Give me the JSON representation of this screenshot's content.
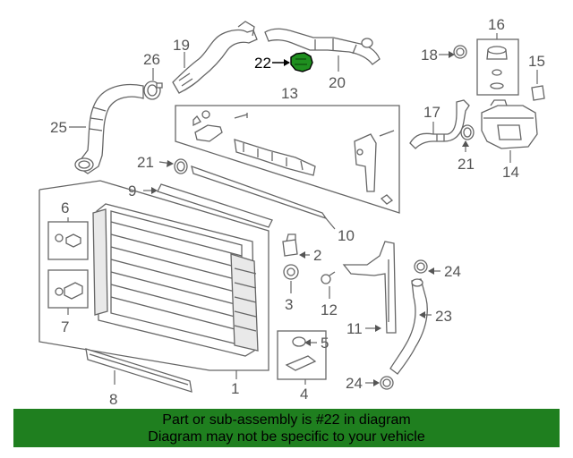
{
  "diagram": {
    "callouts": {
      "c1": "1",
      "c2": "2",
      "c3": "3",
      "c4": "4",
      "c5": "5",
      "c6": "6",
      "c7": "7",
      "c8": "8",
      "c9": "9",
      "c10": "10",
      "c11": "11",
      "c12": "12",
      "c13": "13",
      "c14": "14",
      "c15": "15",
      "c16": "16",
      "c17": "17",
      "c18": "18",
      "c19": "19",
      "c20": "20",
      "c21a": "21",
      "c21b": "21",
      "c22": "22",
      "c23": "23",
      "c24a": "24",
      "c24b": "24",
      "c25": "25",
      "c26": "26"
    },
    "highlight_color": "#1f8f1f"
  },
  "banner": {
    "line1": "Part or sub-assembly is #22 in diagram",
    "line2": "Diagram may not be specific to your vehicle",
    "color": "#1f7f1f"
  }
}
